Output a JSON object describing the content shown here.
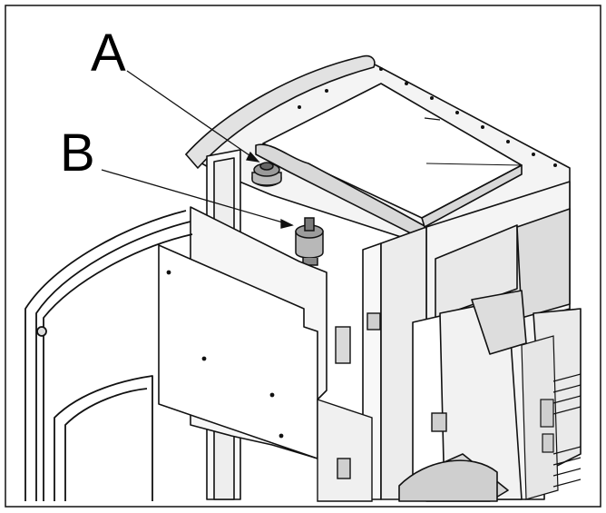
{
  "callouts": [
    {
      "letter": "A",
      "target": "upper-fitting"
    },
    {
      "letter": "B",
      "target": "lower-fitting"
    }
  ],
  "colors": {
    "line": "#111111",
    "panel_fill": "#f4f4f4",
    "shade": "#d8d8d8",
    "part_fill": "#c9c9c9",
    "background": "#ffffff"
  }
}
